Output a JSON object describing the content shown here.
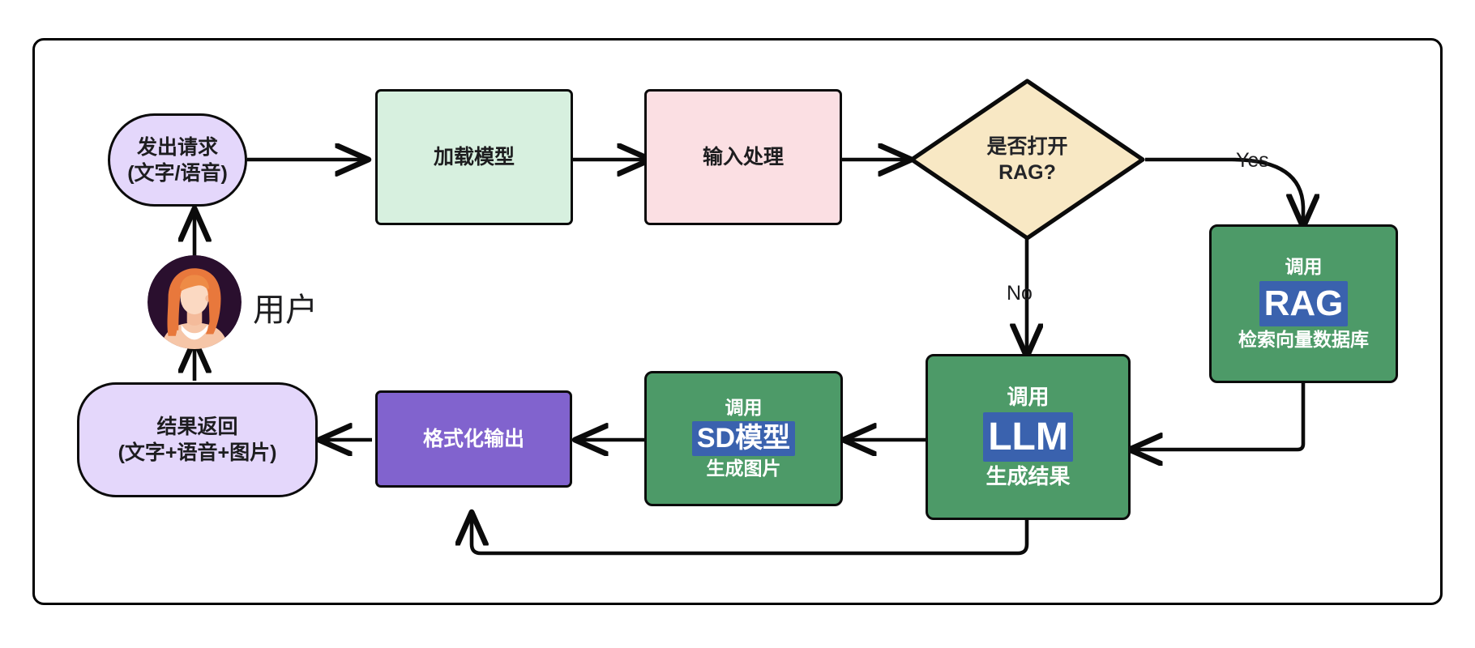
{
  "diagram": {
    "type": "flowchart",
    "title_visible": false,
    "colors": {
      "stroke": "#0b0b0b",
      "stadium_fill": "#e4d7fb",
      "load_model_fill": "#d7f0df",
      "input_process_fill": "#fbdfe3",
      "decision_fill": "#f8e8c4",
      "call_node_fill": "#4d9a68",
      "keyword_chip_fill": "#3a62ae",
      "format_output_fill": "#8163ce",
      "text_light": "#ffffff",
      "text_dark": "#1d1d1f"
    },
    "nodes": {
      "request": {
        "line1": "发出请求",
        "line2": "(文字/语音)",
        "shape": "stadium"
      },
      "load_model": {
        "label": "加载模型",
        "shape": "rect"
      },
      "input_process": {
        "label": "输入处理",
        "shape": "rect"
      },
      "decision": {
        "line1": "是否打开",
        "line2": "RAG?",
        "shape": "diamond"
      },
      "rag": {
        "prefix": "调用",
        "keyword": "RAG",
        "suffix": "检索向量数据库",
        "shape": "rect"
      },
      "llm": {
        "prefix": "调用",
        "keyword": "LLM",
        "suffix": "生成结果",
        "shape": "rect"
      },
      "sd": {
        "prefix": "调用",
        "keyword": "SD模型",
        "suffix": "生成图片",
        "shape": "rect"
      },
      "format_output": {
        "label": "格式化输出",
        "shape": "rect"
      },
      "result": {
        "line1": "结果返回",
        "line2": "(文字+语音+图片)",
        "shape": "stadium"
      },
      "user": {
        "label": "用户",
        "icon": "user-avatar-icon"
      }
    },
    "edge_labels": {
      "yes": "Yes",
      "no": "No"
    },
    "edges": [
      {
        "from": "request",
        "to": "load_model",
        "label": ""
      },
      {
        "from": "load_model",
        "to": "input_process",
        "label": ""
      },
      {
        "from": "input_process",
        "to": "decision",
        "label": ""
      },
      {
        "from": "decision",
        "to": "rag",
        "label": "Yes"
      },
      {
        "from": "decision",
        "to": "llm",
        "label": "No"
      },
      {
        "from": "rag",
        "to": "llm",
        "label": ""
      },
      {
        "from": "llm",
        "to": "sd",
        "label": ""
      },
      {
        "from": "sd",
        "to": "format_output",
        "label": ""
      },
      {
        "from": "format_output",
        "to": "result",
        "label": ""
      },
      {
        "from": "result",
        "to": "user",
        "label": ""
      },
      {
        "from": "user",
        "to": "request",
        "label": ""
      },
      {
        "from": "llm",
        "to": "format_output",
        "label": ""
      }
    ]
  }
}
